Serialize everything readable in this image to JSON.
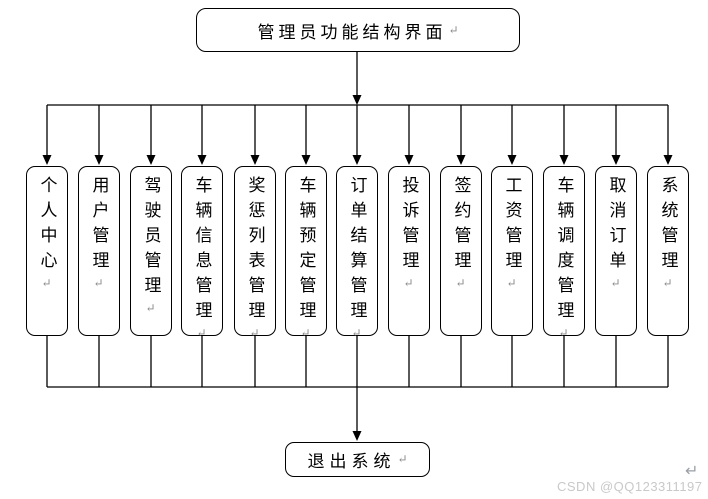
{
  "root": {
    "label": "管理员功能结构界面",
    "mark": "↵"
  },
  "columns": [
    {
      "label": "个人中心",
      "mark": "↵"
    },
    {
      "label": "用户管理",
      "mark": "↵"
    },
    {
      "label": "驾驶员管理",
      "mark": "↵"
    },
    {
      "label": "车辆信息管理",
      "mark": "↵"
    },
    {
      "label": "奖惩列表管理",
      "mark": "↵"
    },
    {
      "label": "车辆预定管理",
      "mark": "↵"
    },
    {
      "label": "订单结算管理",
      "mark": "↵"
    },
    {
      "label": "投诉管理",
      "mark": "↵"
    },
    {
      "label": "签约管理",
      "mark": "↵"
    },
    {
      "label": "工资管理",
      "mark": "↵"
    },
    {
      "label": "车辆调度管理",
      "mark": "↵"
    },
    {
      "label": "取消订单",
      "mark": "↵"
    },
    {
      "label": "系统管理",
      "mark": "↵"
    }
  ],
  "exit": {
    "label": "退出系统",
    "mark": "↵"
  },
  "stray_mark": "↵",
  "watermark": "CSDN @QQ123311197",
  "colors": {
    "line": "#000000",
    "box_border": "#000000",
    "watermark_text": "#c9c9c9",
    "return_mark": "#8a8a8a"
  }
}
